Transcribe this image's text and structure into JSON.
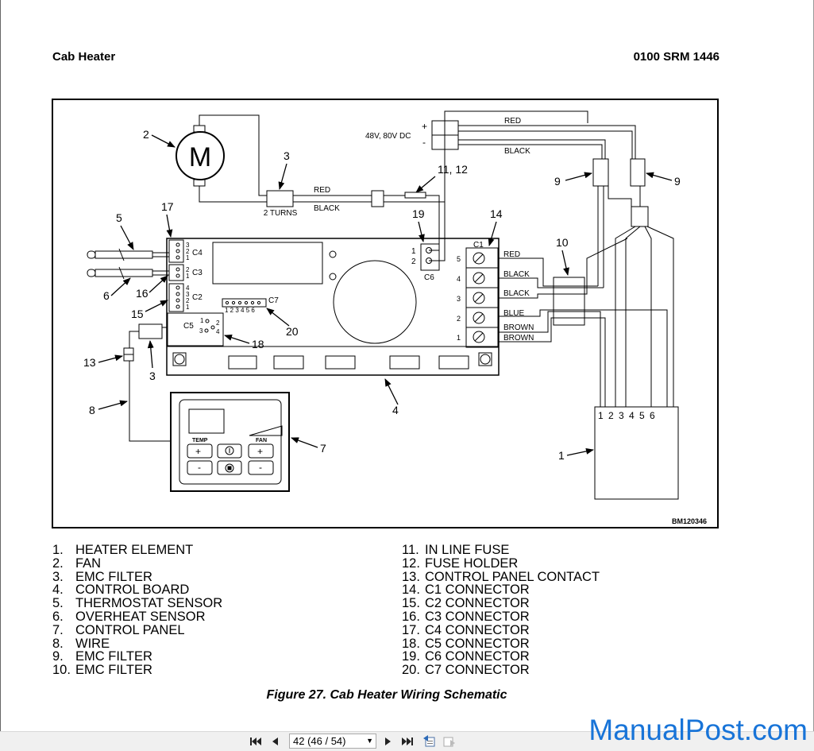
{
  "header": {
    "title": "Cab Heater",
    "doc_id": "0100 SRM 1446"
  },
  "figure_id": "BM120346",
  "schematic": {
    "power_label": "48V, 80V DC",
    "plus": "+",
    "minus": "-",
    "wires": {
      "red": "RED",
      "black": "BLACK",
      "blue": "BLUE",
      "brown": "BROWN"
    },
    "two_turns": "2 TURNS",
    "motor": "M",
    "callouts": {
      "c1": "1",
      "c2": "2",
      "c3": "3",
      "c4": "4",
      "c5": "5",
      "c6": "6",
      "c7": "7",
      "c8": "8",
      "c9": "9",
      "c10": "10",
      "c11_12": "11, 12",
      "c13": "13",
      "c14": "14",
      "c15": "15",
      "c16": "16",
      "c17": "17",
      "c18": "18",
      "c19": "19",
      "c20": "20"
    },
    "connectors": {
      "c1": "C1",
      "c2": "C2",
      "c3": "C3",
      "c4": "C4",
      "c5": "C5",
      "c6": "C6",
      "c7": "C7"
    },
    "c1_pins": [
      "5",
      "4",
      "3",
      "2",
      "1"
    ],
    "c2_pins": [
      "4",
      "3",
      "2",
      "1"
    ],
    "c34_pins": [
      "3",
      "2",
      "1"
    ],
    "c6_pins": [
      "1",
      "2"
    ],
    "c7_pins": "1 2 3 4 5 6",
    "c5_pins": [
      "1",
      "2",
      "3",
      "4"
    ],
    "heater_pins": "1 2 3 4 5 6",
    "panel": {
      "temp": "TEMP",
      "fan": "FAN"
    }
  },
  "legend": {
    "left": [
      {
        "num": "1.",
        "text": "HEATER ELEMENT"
      },
      {
        "num": "2.",
        "text": "FAN"
      },
      {
        "num": "3.",
        "text": "EMC FILTER"
      },
      {
        "num": "4.",
        "text": "CONTROL BOARD"
      },
      {
        "num": "5.",
        "text": "THERMOSTAT SENSOR"
      },
      {
        "num": "6.",
        "text": "OVERHEAT SENSOR"
      },
      {
        "num": "7.",
        "text": "CONTROL PANEL"
      },
      {
        "num": "8.",
        "text": "WIRE"
      },
      {
        "num": "9.",
        "text": "EMC FILTER"
      },
      {
        "num": "10.",
        "text": "EMC FILTER"
      }
    ],
    "right": [
      {
        "num": "11.",
        "text": "IN LINE FUSE"
      },
      {
        "num": "12.",
        "text": "FUSE HOLDER"
      },
      {
        "num": "13.",
        "text": "CONTROL PANEL CONTACT"
      },
      {
        "num": "14.",
        "text": "C1 CONNECTOR"
      },
      {
        "num": "15.",
        "text": "C2 CONNECTOR"
      },
      {
        "num": "16.",
        "text": "C3 CONNECTOR"
      },
      {
        "num": "17.",
        "text": "C4 CONNECTOR"
      },
      {
        "num": "18.",
        "text": "C5 CONNECTOR"
      },
      {
        "num": "19.",
        "text": "C6 CONNECTOR"
      },
      {
        "num": "20.",
        "text": "C7 CONNECTOR"
      }
    ]
  },
  "caption": "Figure 27. Cab Heater Wiring Schematic",
  "toolbar": {
    "page_value": "42 (46 / 54)"
  },
  "watermark": "ManualPost.com",
  "icons": [
    "first-page-icon",
    "prev-page-icon",
    "next-page-icon",
    "last-page-icon",
    "previous-view-icon",
    "next-view-icon"
  ]
}
